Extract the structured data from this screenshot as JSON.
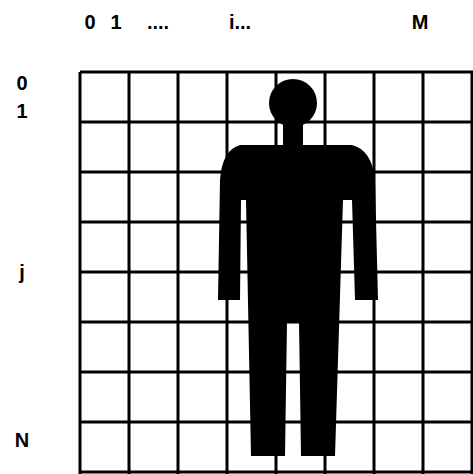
{
  "diagram": {
    "labels": [
      "0",
      "1",
      "....",
      "i...",
      "M",
      "0",
      "1",
      "j",
      "N"
    ]
  }
}
